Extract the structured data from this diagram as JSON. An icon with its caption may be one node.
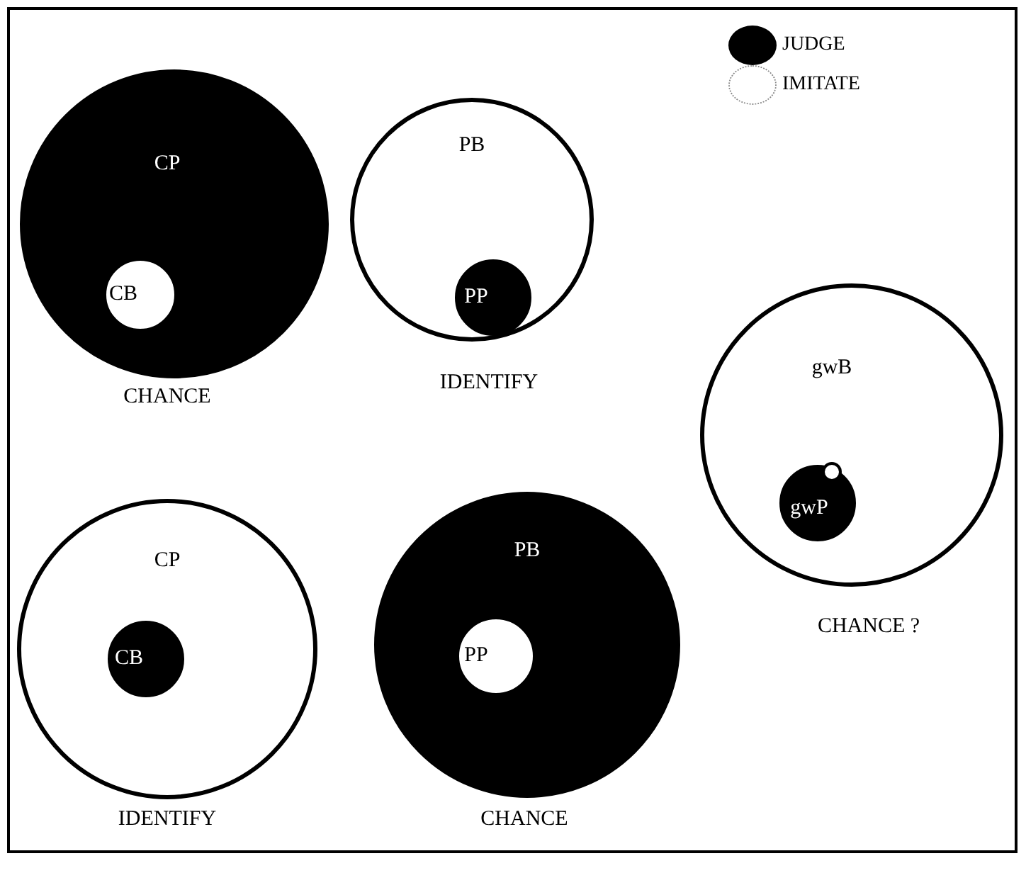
{
  "diagram": {
    "nodes": [
      {
        "text": [
          "CP"
        ],
        "beside": [
          "CHANCE"
        ]
      },
      {
        "text": [
          "CB"
        ],
        "in": 0
      },
      {
        "text": [
          "PB"
        ],
        "beside": [
          "IDENTIFY"
        ]
      },
      {
        "text": [
          "PP"
        ],
        "in": 2
      },
      {
        "text": [
          "gwB"
        ],
        "beside": [
          "CHANCE ?"
        ]
      },
      {
        "text": [
          "gwP"
        ],
        "in": 4
      },
      {
        "text": [],
        "shape": "circle",
        "in": 5
      },
      {
        "text": [
          "CP"
        ],
        "beside": [
          "IDENTIFY"
        ]
      },
      {
        "text": [
          "CB"
        ],
        "in": 7
      },
      {
        "text": [
          "PB"
        ],
        "beside": [
          "CHANCE"
        ]
      },
      {
        "text": [
          "PP"
        ],
        "in": 9
      }
    ],
    "edges": [],
    "legend": [
      {
        "text": "JUDGE",
        "color": "#000000"
      },
      {
        "text": "IMITATE",
        "color": "#ffffff"
      }
    ]
  }
}
